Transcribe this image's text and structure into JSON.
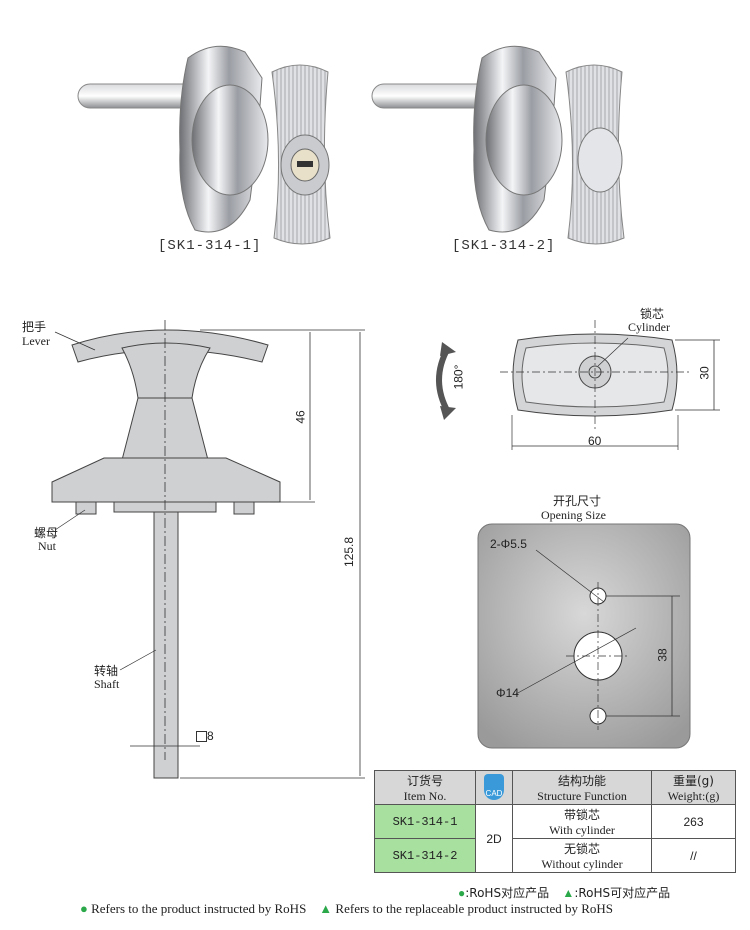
{
  "products": {
    "left_caption": "[SK1-314-1]",
    "right_caption": "[SK1-314-2]"
  },
  "side_view": {
    "lever_cn": "把手",
    "lever_en": "Lever",
    "nut_cn": "螺母",
    "nut_en": "Nut",
    "shaft_cn": "转轴",
    "shaft_en": "Shaft",
    "dim_height": "46",
    "dim_total": "125.8",
    "dim_square": "8"
  },
  "front_view": {
    "cylinder_cn": "锁芯",
    "cylinder_en": "Cylinder",
    "rotation": "180°",
    "dim_width": "60",
    "dim_height": "30"
  },
  "opening": {
    "title_cn": "开孔尺寸",
    "title_en": "Opening Size",
    "hole_label": "2-Φ5.5",
    "center_label": "Φ14",
    "spacing": "38"
  },
  "table": {
    "headers": {
      "item_cn": "订货号",
      "item_en": "Item No.",
      "cad": "CAD",
      "func_cn": "结构功能",
      "func_en": "Structure Function",
      "weight_cn": "重量(g)",
      "weight_en": "Weight:(g)"
    },
    "rows": [
      {
        "item": "SK1-314-1",
        "func_cn": "带锁芯",
        "func_en": "With cylinder",
        "weight": "263"
      },
      {
        "item": "SK1-314-2",
        "func_cn": "无锁芯",
        "func_en": "Without cylinder",
        "weight": "//"
      }
    ],
    "cad_value": "2D"
  },
  "legend": {
    "rohs_cn": ":RoHS对应产品",
    "replace_cn": ":RoHS可对应产品",
    "rohs_en": "Refers to the product instructed by RoHS",
    "replace_en": "Refers to the replaceable product instructed by RoHS",
    "green_color": "#2aa84a"
  }
}
